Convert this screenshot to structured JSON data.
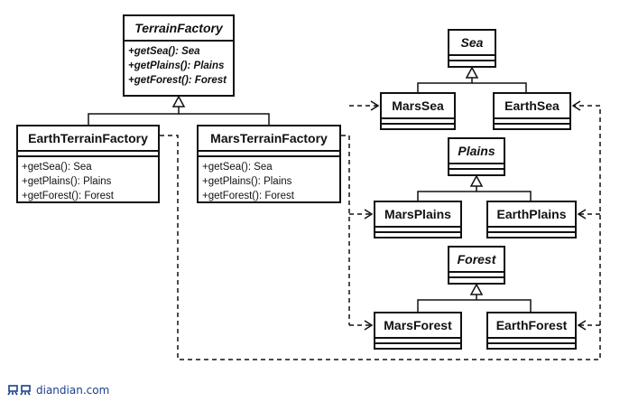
{
  "classes": {
    "terrain_factory": {
      "name": "TerrainFactory",
      "operations": [
        "+getSea(): Sea",
        "+getPlains(): Plains",
        "+getForest(): Forest"
      ]
    },
    "earth_terrain_factory": {
      "name": "EarthTerrainFactory",
      "operations": [
        "+getSea(): Sea",
        "+getPlains(): Plains",
        "+getForest(): Forest"
      ]
    },
    "mars_terrain_factory": {
      "name": "MarsTerrainFactory",
      "operations": [
        "+getSea(): Sea",
        "+getPlains(): Plains",
        "+getForest(): Forest"
      ]
    },
    "sea": {
      "name": "Sea"
    },
    "mars_sea": {
      "name": "MarsSea"
    },
    "earth_sea": {
      "name": "EarthSea"
    },
    "plains": {
      "name": "Plains"
    },
    "mars_plains": {
      "name": "MarsPlains"
    },
    "earth_plains": {
      "name": "EarthPlains"
    },
    "forest": {
      "name": "Forest"
    },
    "mars_forest": {
      "name": "MarsForest"
    },
    "earth_forest": {
      "name": "EarthForest"
    }
  },
  "watermark": {
    "text": "diandian.com"
  },
  "colors": {
    "line": "#111111",
    "watermark": "#1a3f8a"
  }
}
